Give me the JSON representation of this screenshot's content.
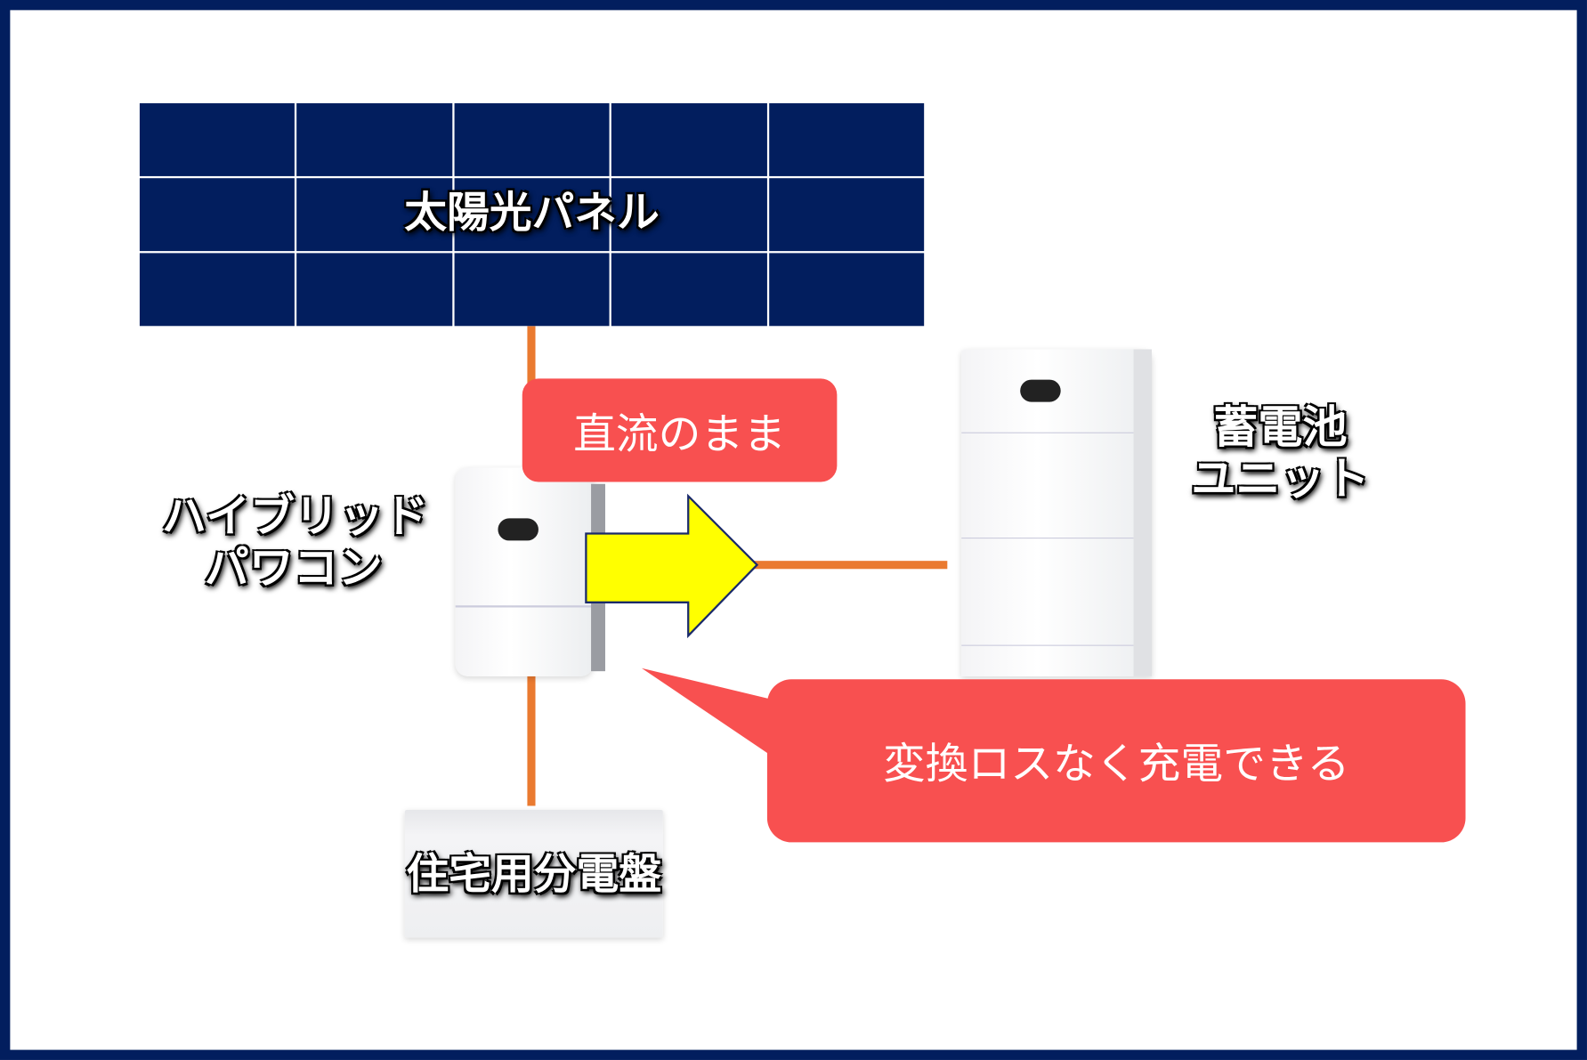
{
  "labels": {
    "solar_panel": "太陽光パネル",
    "dc_note": "直流のまま",
    "inverter_line1": "ハイブリッド",
    "inverter_line2": "パワコン",
    "battery_line1": "蓄電池",
    "battery_line2": "ユニット",
    "callout": "変換ロスなく充電できる",
    "distribution_board": "住宅用分電盤"
  },
  "colors": {
    "frame": "#021E5E",
    "panel": "#021E5E",
    "wire": "#EA7A30",
    "callout": "#F85050",
    "arrow": "#FFFF00"
  }
}
